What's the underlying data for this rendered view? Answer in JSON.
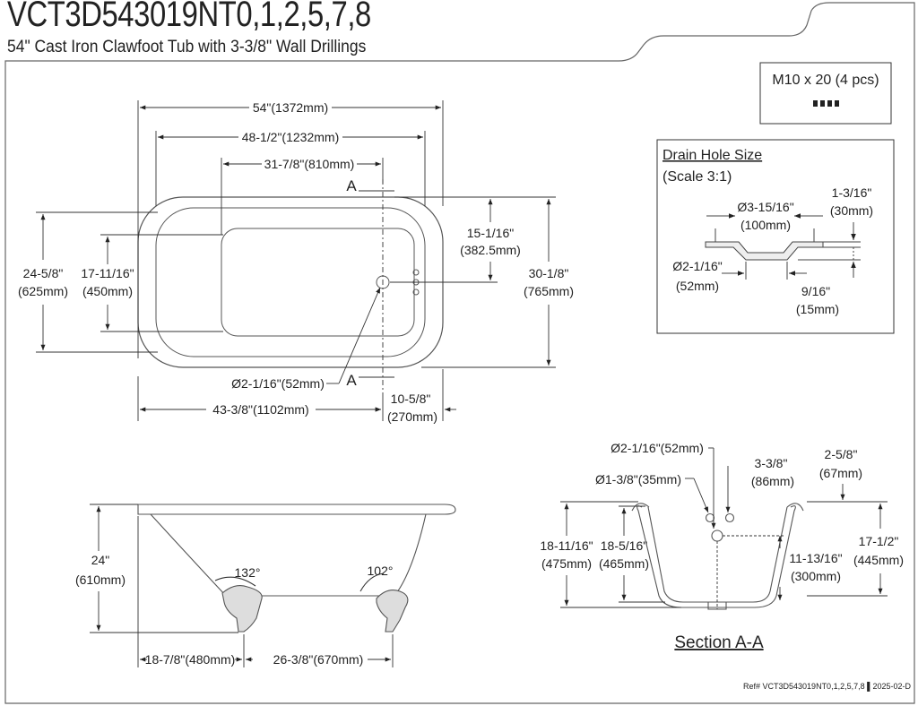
{
  "header": {
    "model": "VCT3D543019NT0,1,2,5,7,8",
    "description": "54\" Cast Iron Clawfoot Tub with 3-3/8\" Wall Drillings"
  },
  "hardware": {
    "label": "M10 x 20 (4 pcs)"
  },
  "top_view": {
    "length_overall": "54\"(1372mm)",
    "length_inner": "48-1/2\"(1232mm)",
    "length_floor": "31-7/8\"(810mm)",
    "section_mark": "A",
    "width_overall_in": "24-5/8\"",
    "width_overall_mm": "(625mm)",
    "width_inner_in": "17-11/16\"",
    "width_inner_mm": "(450mm)",
    "drain_offset_in": "15-1/16\"",
    "drain_offset_mm": "(382.5mm)",
    "width_outer_in": "30-1/8\"",
    "width_outer_mm": "(765mm)",
    "drain_diameter": "Ø2-1/16\"(52mm)",
    "drain_from_left": "43-3/8\"(1102mm)",
    "drain_from_right_in": "10-5/8\"",
    "drain_from_right_mm": "(270mm)"
  },
  "drain_detail": {
    "title": "Drain Hole Size",
    "scale": "(Scale 3:1)",
    "outer_dia_in": "Ø3-15/16\"",
    "outer_dia_mm": "(100mm)",
    "flange_in": "1-3/16\"",
    "flange_mm": "(30mm)",
    "hole_dia_in": "Ø2-1/16\"",
    "hole_dia_mm": "(52mm)",
    "thick_in": "9/16\"",
    "thick_mm": "(15mm)"
  },
  "side_view": {
    "height_in": "24\"",
    "height_mm": "(610mm)",
    "angle_left": "132°",
    "angle_right": "102°",
    "foot_offset": "18-7/8\"(480mm)",
    "foot_span": "26-3/8\"(670mm)"
  },
  "section": {
    "overflow_dia": "Ø2-1/16\"(52mm)",
    "faucet_dia": "Ø1-3/8\"(35mm)",
    "spacing_in": "3-3/8\"",
    "spacing_mm": "(86mm)",
    "rim_in": "2-5/8\"",
    "rim_mm": "(67mm)",
    "outer_height_in": "18-11/16\"",
    "outer_height_mm": "(475mm)",
    "inner_height_in": "18-5/16\"",
    "inner_height_mm": "(465mm)",
    "overflow_height_in": "11-13/16\"",
    "overflow_height_mm": "(300mm)",
    "water_depth_in": "17-1/2\"",
    "water_depth_mm": "(445mm)",
    "label": "Section A-A"
  },
  "footer": {
    "ref": "Ref# VCT3D543019NT0,1,2,5,7,8 ▌2025-02-D"
  }
}
